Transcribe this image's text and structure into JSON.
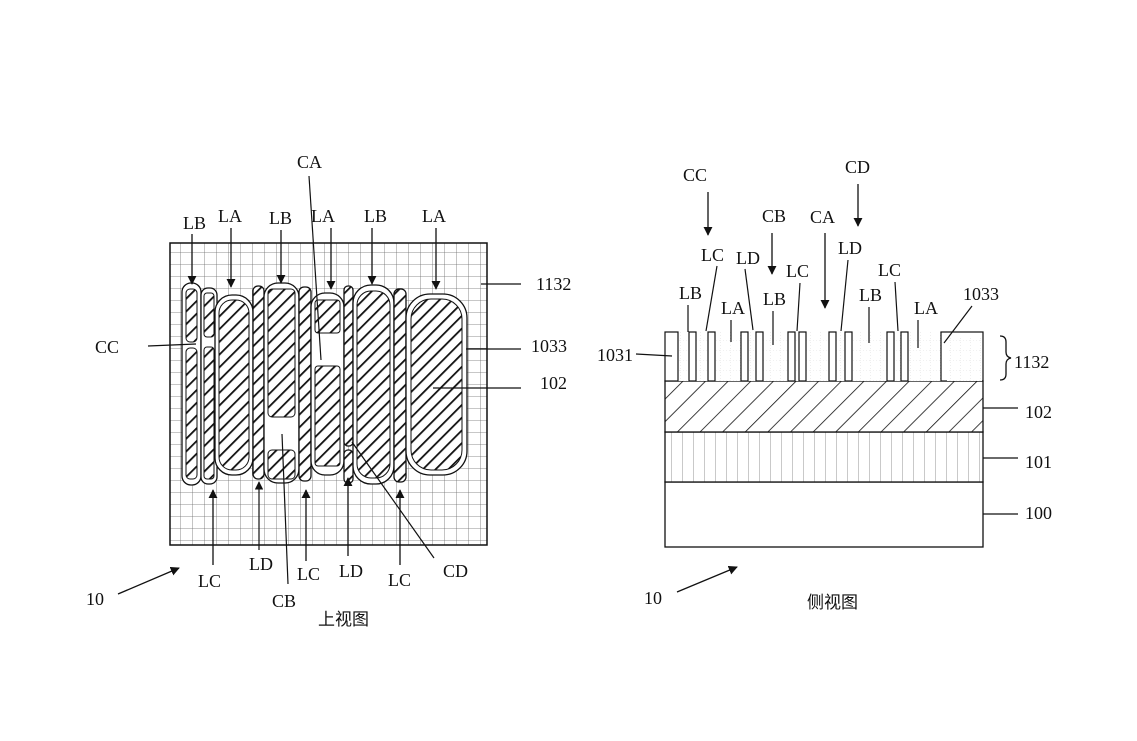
{
  "top_view": {
    "caption": "上视图",
    "figure_ref": "10",
    "labels": {
      "lb1": "LB",
      "la1": "LA",
      "lb2": "LB",
      "la2": "LA",
      "lb3": "LB",
      "la3": "LA",
      "ca": "CA",
      "cc": "CC",
      "r1132": "1132",
      "r1033": "1033",
      "r102": "102",
      "lc1": "LC",
      "ld1": "LD",
      "cb": "CB",
      "lc2": "LC",
      "ld2": "LD",
      "lc3": "LC",
      "cd": "CD"
    }
  },
  "side_view": {
    "caption": "侧视图",
    "figure_ref": "10",
    "labels": {
      "cc": "CC",
      "cd": "CD",
      "cb": "CB",
      "ca": "CA",
      "lc1": "LC",
      "ld1": "LD",
      "lc2": "LC",
      "ld2": "LD",
      "lc3": "LC",
      "lb1": "LB",
      "la1": "LA",
      "lb2": "LB",
      "lb3": "LB",
      "la2": "LA",
      "r1033": "1033",
      "r1031": "1031",
      "r1132": "1132",
      "r102": "102",
      "r101": "101",
      "r100": "100"
    }
  }
}
